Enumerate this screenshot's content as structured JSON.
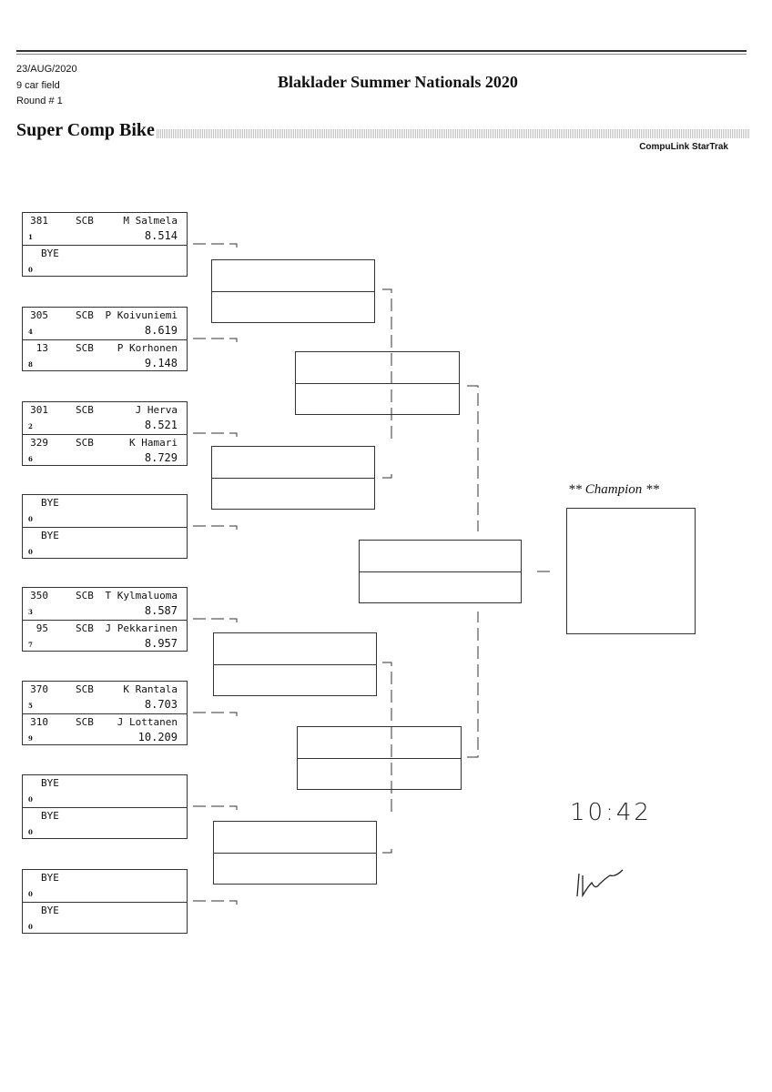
{
  "header": {
    "date": "23/AUG/2020",
    "field": "9 car field",
    "round": "Round # 1",
    "title": "Blaklader Summer Nationals 2020",
    "class": "Super Comp Bike",
    "brand": "CompuLink StarTrak"
  },
  "pairs": [
    [
      {
        "num": "381",
        "cls": "SCB",
        "name": "M Salmela",
        "et": "8.514",
        "seed": "1"
      },
      {
        "bye": "BYE",
        "seed": "0"
      }
    ],
    [
      {
        "num": "305",
        "cls": "SCB",
        "name": "P Koivuniemi",
        "et": "8.619",
        "seed": "4"
      },
      {
        "num": "13",
        "cls": "SCB",
        "name": "P Korhonen",
        "et": "9.148",
        "seed": "8"
      }
    ],
    [
      {
        "num": "301",
        "cls": "SCB",
        "name": "J Herva",
        "et": "8.521",
        "seed": "2"
      },
      {
        "num": "329",
        "cls": "SCB",
        "name": "K Hamari",
        "et": "8.729",
        "seed": "6"
      }
    ],
    [
      {
        "bye": "BYE",
        "seed": "0"
      },
      {
        "bye": "BYE",
        "seed": "0"
      }
    ],
    [
      {
        "num": "350",
        "cls": "SCB",
        "name": "T Kylmaluoma",
        "et": "8.587",
        "seed": "3"
      },
      {
        "num": "95",
        "cls": "SCB",
        "name": "J Pekkarinen",
        "et": "8.957",
        "seed": "7"
      }
    ],
    [
      {
        "num": "370",
        "cls": "SCB",
        "name": "K Rantala",
        "et": "8.703",
        "seed": "5"
      },
      {
        "num": "310",
        "cls": "SCB",
        "name": "J Lottanen",
        "et": "10.209",
        "seed": "9"
      }
    ],
    [
      {
        "bye": "BYE",
        "seed": "0"
      },
      {
        "bye": "BYE",
        "seed": "0"
      }
    ],
    [
      {
        "bye": "BYE",
        "seed": "0"
      },
      {
        "bye": "BYE",
        "seed": "0"
      }
    ]
  ],
  "champion": {
    "label": "** Champion **"
  },
  "handwriting": {
    "time": "10:42"
  }
}
